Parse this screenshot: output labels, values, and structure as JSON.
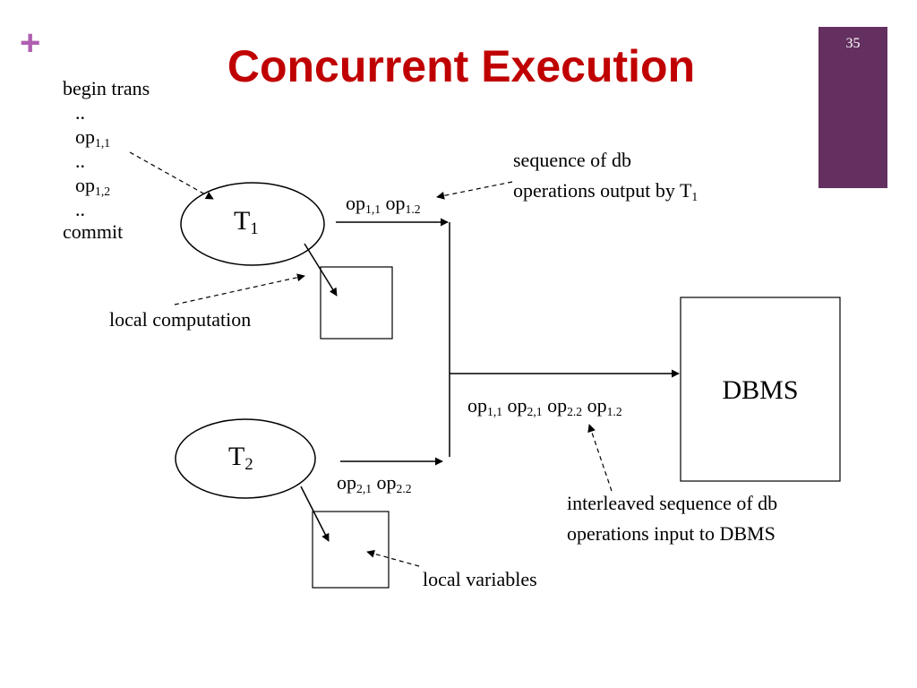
{
  "slide": {
    "plus": "+",
    "title": "Concurrent Execution",
    "number": "35",
    "colors": {
      "title": "#c00000",
      "accent_bar": "#63305f",
      "plus": "#b05fb0"
    }
  },
  "transaction_code": {
    "begin": "begin trans",
    "dots1": "..",
    "op11_base": "op",
    "op11_sub": "1,1",
    "dots2": "..",
    "op12_base": "op",
    "op12_sub": "1,2",
    "dots3": "..",
    "commit": "commit"
  },
  "t1": {
    "base": "T",
    "sub": "1"
  },
  "t2": {
    "base": "T",
    "sub": "2"
  },
  "dbms": {
    "label": "DBMS"
  },
  "t1_output": {
    "op_a_base": "op",
    "op_a_sub": "1,1",
    "op_b_base": "op",
    "op_b_sub": "1.2"
  },
  "t2_output": {
    "op_a_base": "op",
    "op_a_sub": "2,1",
    "op_b_base": "op",
    "op_b_sub": "2.2"
  },
  "interleaved": {
    "a_base": "op",
    "a_sub": "1,1",
    "b_base": "op",
    "b_sub": "2,1",
    "c_base": "op",
    "c_sub": "2.2",
    "d_base": "op",
    "d_sub": "1.2"
  },
  "annotations": {
    "sequence_line1": "sequence of db",
    "sequence_line2": "operations output by ",
    "sequence_t_base": "T",
    "sequence_t_sub": "1",
    "local_computation": "local computation",
    "interleaved_line1": "interleaved sequence of db",
    "interleaved_line2": "operations input to DBMS",
    "local_variables": "local variables"
  }
}
